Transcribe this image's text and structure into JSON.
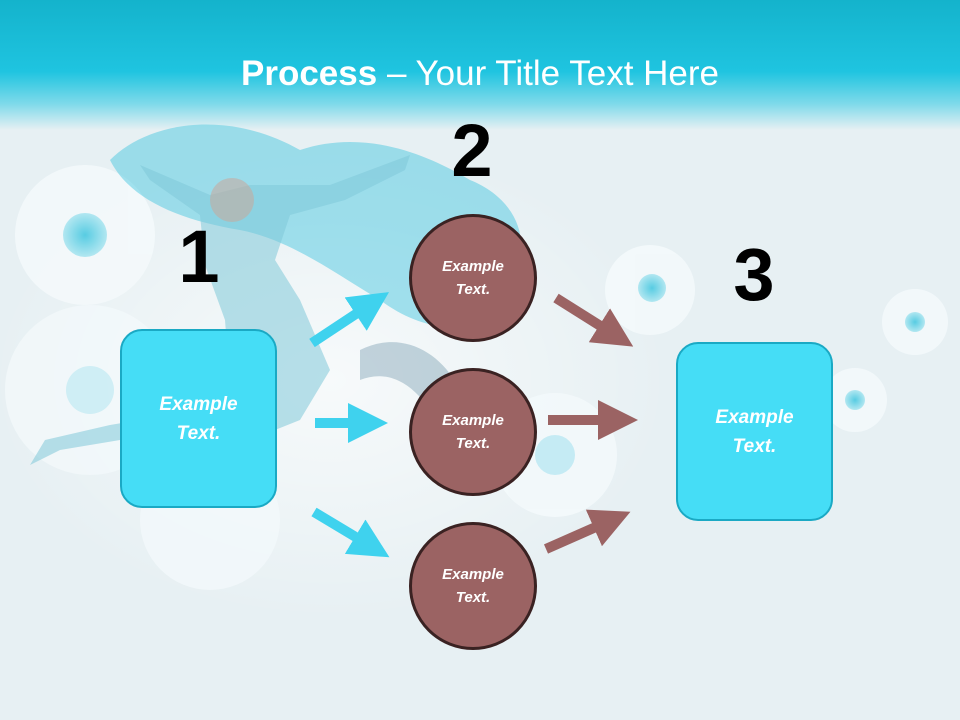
{
  "title": {
    "bold": "Process",
    "rest": " – Your Title Text Here"
  },
  "steps": [
    {
      "number": "1",
      "label": "Example Text."
    },
    {
      "number": "2",
      "label": "Example Text."
    },
    {
      "number": "3",
      "label": "Example Text."
    }
  ],
  "circles": [
    {
      "label": "Example Text."
    },
    {
      "label": "Example Text."
    },
    {
      "label": "Example Text."
    }
  ],
  "colors": {
    "header": "#1fc4e0",
    "box_fill": "#45ddf6",
    "circle_fill": "#9b6363",
    "cyan_arrow": "#3fd2ee",
    "brown_arrow": "#9b6363"
  }
}
